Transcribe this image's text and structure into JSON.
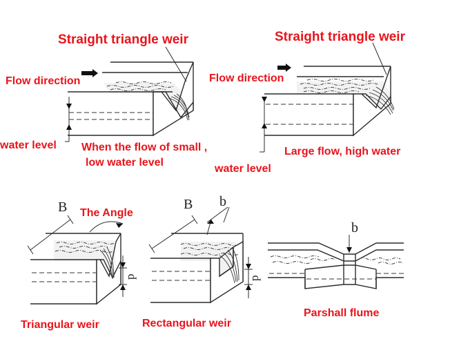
{
  "colors": {
    "label": "#e8141b",
    "line": "#2a2a2a"
  },
  "labels": {
    "weir_small_title": "Straight triangle weir",
    "weir_large_title": "Straight triangle weir",
    "flow_direction_left": "Flow direction",
    "flow_direction_right": "Flow direction",
    "water_level_left": "water level",
    "water_level_right": "water level",
    "small_flow_line1": "When the flow of small ,",
    "small_flow_line2": "low water level",
    "large_flow": "Large flow, high water",
    "the_angle": "The Angle",
    "triangular_weir": "Triangular weir",
    "rectangular_weir": "Rectangular weir",
    "parshall_flume": "Parshall flume"
  },
  "dimension_letters": {
    "tri_width": "B",
    "tri_head": "p",
    "rect_width": "B",
    "rect_opening": "b",
    "rect_head": "p",
    "flume_throat": "b"
  }
}
